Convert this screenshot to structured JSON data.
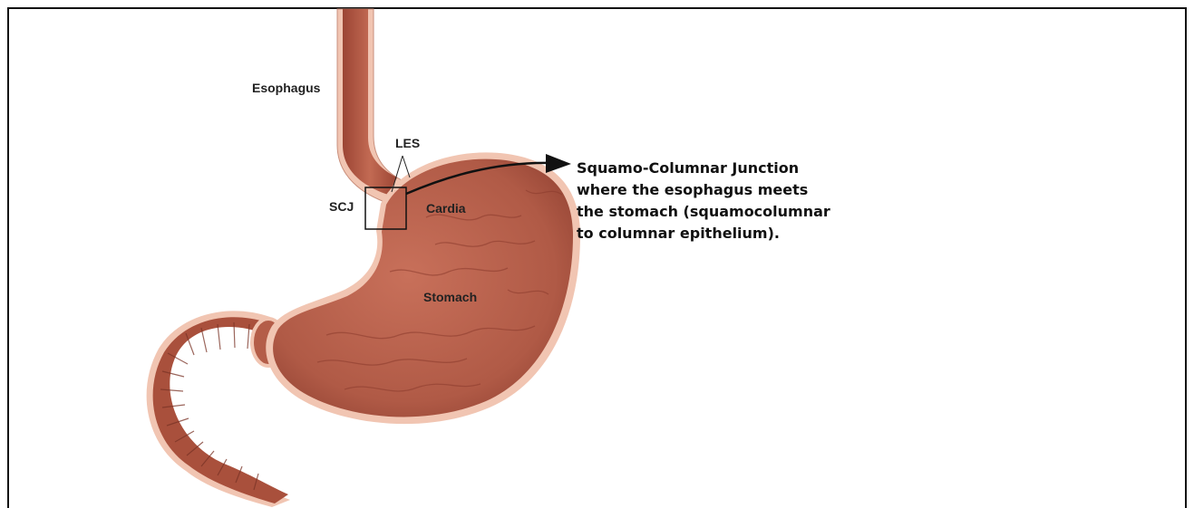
{
  "labels": {
    "esophagus": "Esophagus",
    "les": "LES",
    "scj": "SCJ",
    "cardia": "Cardia",
    "stomach": "Stomach"
  },
  "annotation": {
    "lines": [
      "Squamo-Columnar Junction",
      "where the esophagus meets",
      "the stomach (squamocolumnar",
      "to columnar epithelium)."
    ]
  },
  "colors": {
    "tissue": "#b65a45",
    "tissue_dark": "#8e3f30",
    "outer_layer": "#f1c5b2",
    "frame": "#111111"
  }
}
